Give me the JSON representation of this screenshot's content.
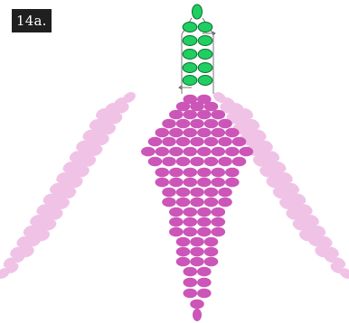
{
  "step_label": "14a.",
  "colors": {
    "wing_bead": "#f0c3e6",
    "body_bead": "#cc55b8",
    "head_bead": "#1fcf62",
    "head_bead_outline": "#0d6d2e",
    "thread": "#555555",
    "label_bg": "#1f1f1f",
    "label_text": "#ffffff"
  },
  "icons": {
    "step_badge": "step-number-badge",
    "head": "green-bead-head",
    "body": "magenta-bead-body",
    "wings": "pink-bead-wings",
    "thread": "thread-path-arrow"
  }
}
